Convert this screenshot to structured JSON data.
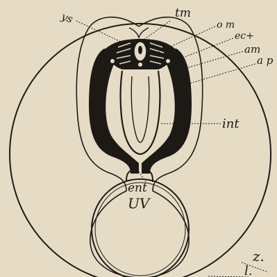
{
  "figure": {
    "labels": {
      "ys": "ys",
      "tm": "tm",
      "om": "o m",
      "ect": "ec+",
      "am": "am",
      "ap": "a p",
      "int": "int",
      "ent": "ent",
      "uv": "UV",
      "z": "z.",
      "l": "l."
    }
  }
}
